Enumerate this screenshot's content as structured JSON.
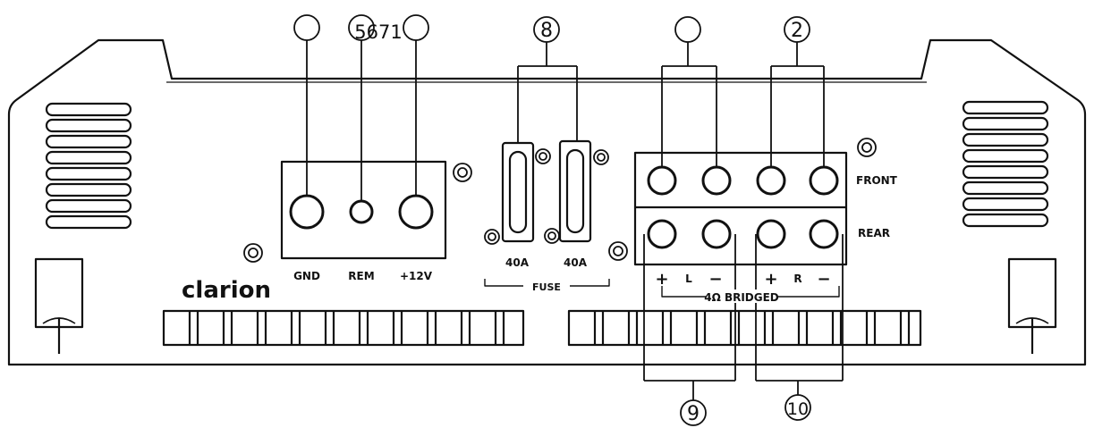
{
  "brand": "clarion",
  "power": {
    "gnd": "GND",
    "rem": "REM",
    "v12": "+12V"
  },
  "fuse": {
    "left_rating": "40A",
    "right_rating": "40A",
    "label": "FUSE"
  },
  "speaker": {
    "front": "FRONT",
    "rear": "REAR",
    "plus_l": "+",
    "l": "L",
    "minus_l": "−",
    "plus_r": "+",
    "r": "R",
    "minus_r": "−",
    "bridged": "4Ω BRIDGED"
  },
  "callouts": {
    "c5671": "5671",
    "c8": "8",
    "c2": "2",
    "c9": "9",
    "c10": "10"
  },
  "colors": {
    "line": "#111111",
    "background": "#ffffff"
  }
}
